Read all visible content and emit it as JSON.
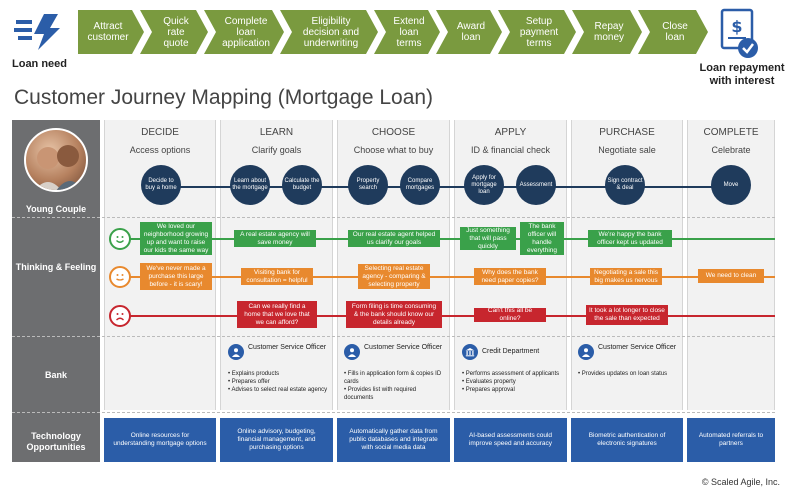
{
  "value_stream": {
    "start_label": "Loan need",
    "end_label": "Loan repayment with interest",
    "steps": [
      "Attract customer",
      "Quick rate quote",
      "Complete loan application",
      "Eligibility decision and underwriting",
      "Extend loan terms",
      "Award loan",
      "Setup payment terms",
      "Repay money",
      "Close loan"
    ]
  },
  "title": "Customer Journey Mapping (Mortgage Loan)",
  "row_labels": {
    "persona": "Young Couple",
    "thinking": "Thinking & Feeling",
    "bank": "Bank",
    "technology": "Technology Opportunities"
  },
  "stages": [
    {
      "title": "DECIDE",
      "subtitle": "Access options"
    },
    {
      "title": "LEARN",
      "subtitle": "Clarify goals"
    },
    {
      "title": "CHOOSE",
      "subtitle": "Choose what to buy"
    },
    {
      "title": "APPLY",
      "subtitle": "ID & financial check"
    },
    {
      "title": "PURCHASE",
      "subtitle": "Negotiate sale"
    },
    {
      "title": "COMPLETE",
      "subtitle": "Celebrate"
    }
  ],
  "journey_steps": [
    "Decide to buy a home",
    "Learn about the mortgage",
    "Calculate the budget",
    "Property search",
    "Compare mortgages",
    "Apply for mortgage loan",
    "Assessment",
    "Sign contract & deal",
    "Move"
  ],
  "positive_notes": [
    "We loved our neighborhood growing up and want to raise our kids the same way",
    "A real estate agency will save money",
    "Our real estate agent helped us clarify our goals",
    "Just something that will pass quickly",
    "The bank officer will handle everything",
    "We're happy the bank officer kept us updated"
  ],
  "neutral_notes": [
    "We've never made a purchase this large before - it is scary!",
    "Visiting bank for consultation = helpful",
    "Selecting real estate agency - comparing & selecting property",
    "Why does the bank need paper copies?",
    "Negotiating a sale this big makes us nervous",
    "We need to clean"
  ],
  "negative_notes": [
    "Can we really find a home that we love that we can afford?",
    "Form filing is time consuming & the bank should know our details already",
    "Can't this all be online?",
    "It took a lot longer to close the sale than expected"
  ],
  "bank": [
    {
      "role": "Customer Service Officer",
      "items": [
        "Explains products",
        "Prepares offer",
        "Advises to select real estate agency"
      ]
    },
    {
      "role": "Customer Service Officer",
      "items": [
        "Fills in application form & copies ID cards",
        "Provides list with required documents"
      ]
    },
    {
      "role": "Credit Department",
      "items": [
        "Performs assessment of applicants",
        "Evaluates property",
        "Prepares approval"
      ]
    },
    {
      "role": "Customer Service Officer",
      "items": [
        "Provides updates on loan status"
      ]
    }
  ],
  "technology": [
    "Online resources for understanding mortgage options",
    "Online advisory, budgeting, financial management, and purchasing options",
    "Automatically gather data from public databases and integrate with social media data",
    "AI-based assessments could improve speed and accuracy",
    "Biometric authentication of electronic signatures",
    "Automated referrals to partners"
  ],
  "copyright": "© Scaled Agile, Inc.",
  "colors": {
    "chevron": "#7a9a3f",
    "navy": "#1f3b5c",
    "blue": "#2b5da8",
    "green": "#3aa14a",
    "orange": "#e8892e",
    "red": "#c7262e",
    "grey": "#6d6e70"
  }
}
